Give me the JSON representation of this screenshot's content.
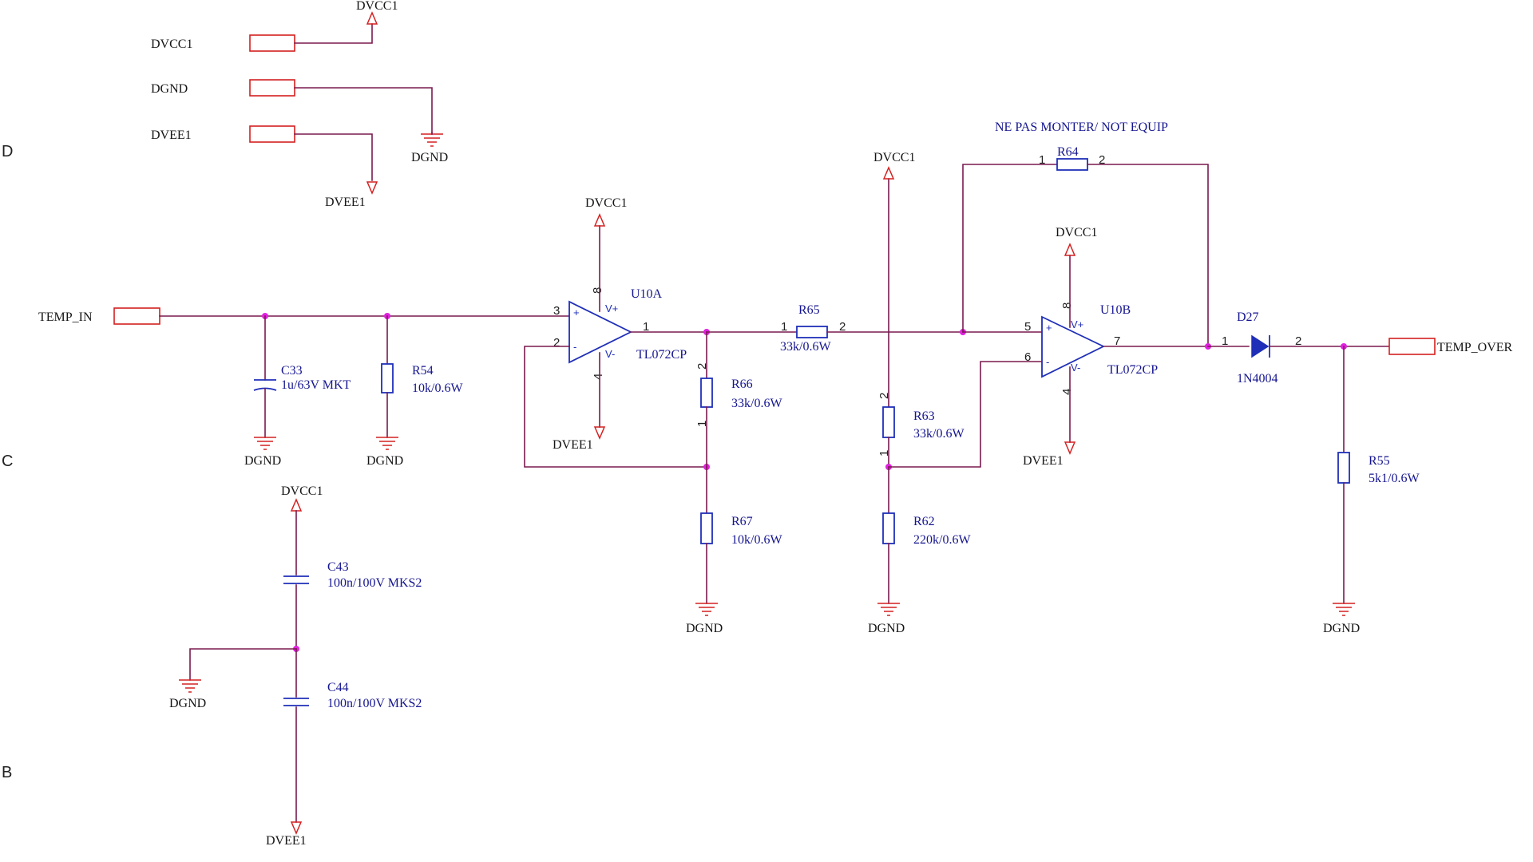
{
  "diagram": {
    "note": "NE PAS MONTER/ NOT EQUIP",
    "border_letters": [
      "D",
      "C",
      "B"
    ],
    "ports": {
      "dvcc1": "DVCC1",
      "dgnd": "DGND",
      "dvee1": "DVEE1",
      "temp_in": "TEMP_IN",
      "temp_over": "TEMP_OVER"
    },
    "power": {
      "dvcc1": "DVCC1",
      "dvee1": "DVEE1",
      "dgnd": "DGND"
    },
    "components": {
      "u10a": {
        "ref": "U10A",
        "value": "TL072CP",
        "pin_plus": "3",
        "pin_minus": "2",
        "pin_out": "1",
        "pin_vp": "8",
        "pin_vn": "4"
      },
      "u10b": {
        "ref": "U10B",
        "value": "TL072CP",
        "pin_plus": "5",
        "pin_minus": "6",
        "pin_out": "7",
        "pin_vp": "8",
        "pin_vn": "4"
      },
      "c33": {
        "ref": "C33",
        "value": "1u/63V MKT"
      },
      "r54": {
        "ref": "R54",
        "value": "10k/0.6W"
      },
      "r65": {
        "ref": "R65",
        "value": "33k/0.6W",
        "pin1": "1",
        "pin2": "2"
      },
      "r66": {
        "ref": "R66",
        "value": "33k/0.6W",
        "pin1": "1",
        "pin2": "2"
      },
      "r67": {
        "ref": "R67",
        "value": "10k/0.6W"
      },
      "r63": {
        "ref": "R63",
        "value": "33k/0.6W",
        "pin1": "1",
        "pin2": "2"
      },
      "r62": {
        "ref": "R62",
        "value": "220k/0.6W"
      },
      "r64": {
        "ref": "R64",
        "value": "",
        "pin1": "1",
        "pin2": "2"
      },
      "r55": {
        "ref": "R55",
        "value": "5k1/0.6W"
      },
      "d27": {
        "ref": "D27",
        "value": "1N4004",
        "pin1": "1",
        "pin2": "2"
      },
      "c43": {
        "ref": "C43",
        "value": "100n/100V MKS2"
      },
      "c44": {
        "ref": "C44",
        "value": "100n/100V MKS2"
      }
    },
    "pin_symbols": {
      "vplus": "V+",
      "vminus": "V-",
      "plus": "+",
      "minus": "-"
    }
  }
}
